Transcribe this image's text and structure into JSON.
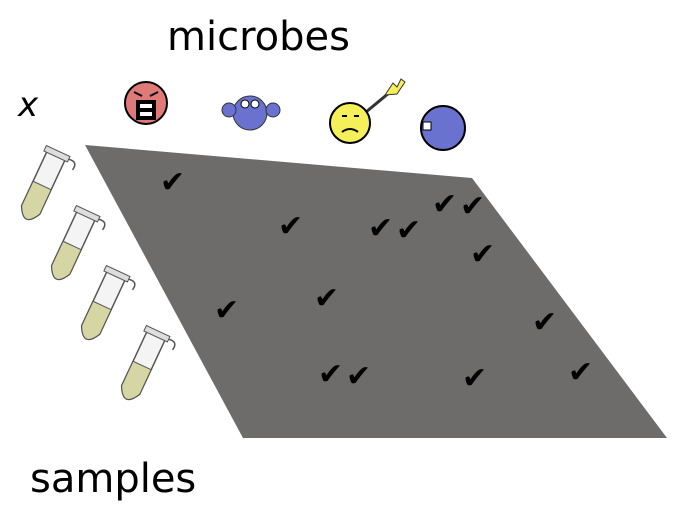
{
  "labels": {
    "microbes": "microbes",
    "x": "x",
    "samples": "samples"
  },
  "mark": "✔",
  "colors": {
    "matrix": "#6e6b6b",
    "tube_liquid": "#d6d6a4",
    "microbe_red": "#e07a78",
    "microbe_blue": "#6a72d0",
    "microbe_yellow": "#f5f05a"
  }
}
